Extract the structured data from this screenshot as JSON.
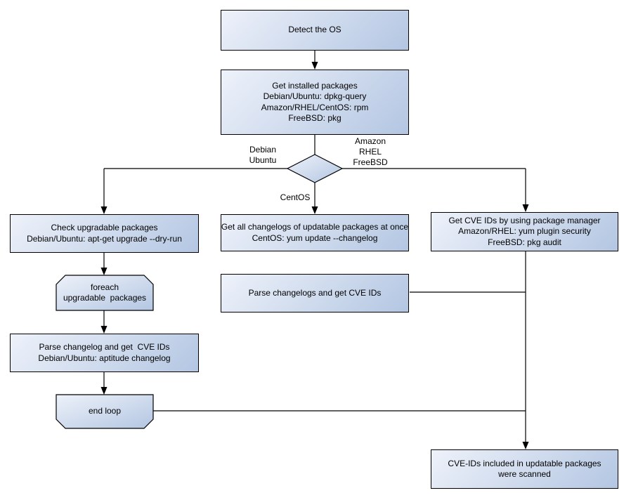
{
  "nodes": {
    "detect_os": "Detect the OS",
    "get_installed_packages": "Get installed packages\nDebian/Ubuntu: dpkg-query\nAmazon/RHEL/CentOS: rpm\nFreeBSD: pkg",
    "check_upgradable": "Check upgradable packages\nDebian/Ubuntu: apt-get upgrade --dry-run",
    "foreach_loop": "foreach\nupgradable  packages",
    "parse_changelog_debian": "Parse changelog and get  CVE IDs\nDebian/Ubuntu: aptitude changelog",
    "end_loop": "end loop",
    "get_all_changelogs": "Get all changelogs of updatable packages at once\nCentOS: yum update --changelog",
    "parse_changelogs_centos": "Parse changelogs and get CVE IDs",
    "get_cve_ids_pkg_manager": "Get CVE IDs by using package manager\nAmazon/RHEL: yum plugin security\nFreeBSD: pkg audit",
    "result_scanned": "CVE-IDs included in updatable packages\nwere scanned"
  },
  "edge_labels": {
    "debian_ubuntu": "Debian\nUbuntu",
    "amazon_rhel_freebsd": "Amazon\nRHEL\nFreeBSD",
    "centos": "CentOS"
  },
  "colors": {
    "node_fill_light": "#eef2fa",
    "node_fill_dark": "#b3c6e2",
    "node_border": "#000000",
    "connector": "#000000",
    "background": "#ffffff"
  }
}
